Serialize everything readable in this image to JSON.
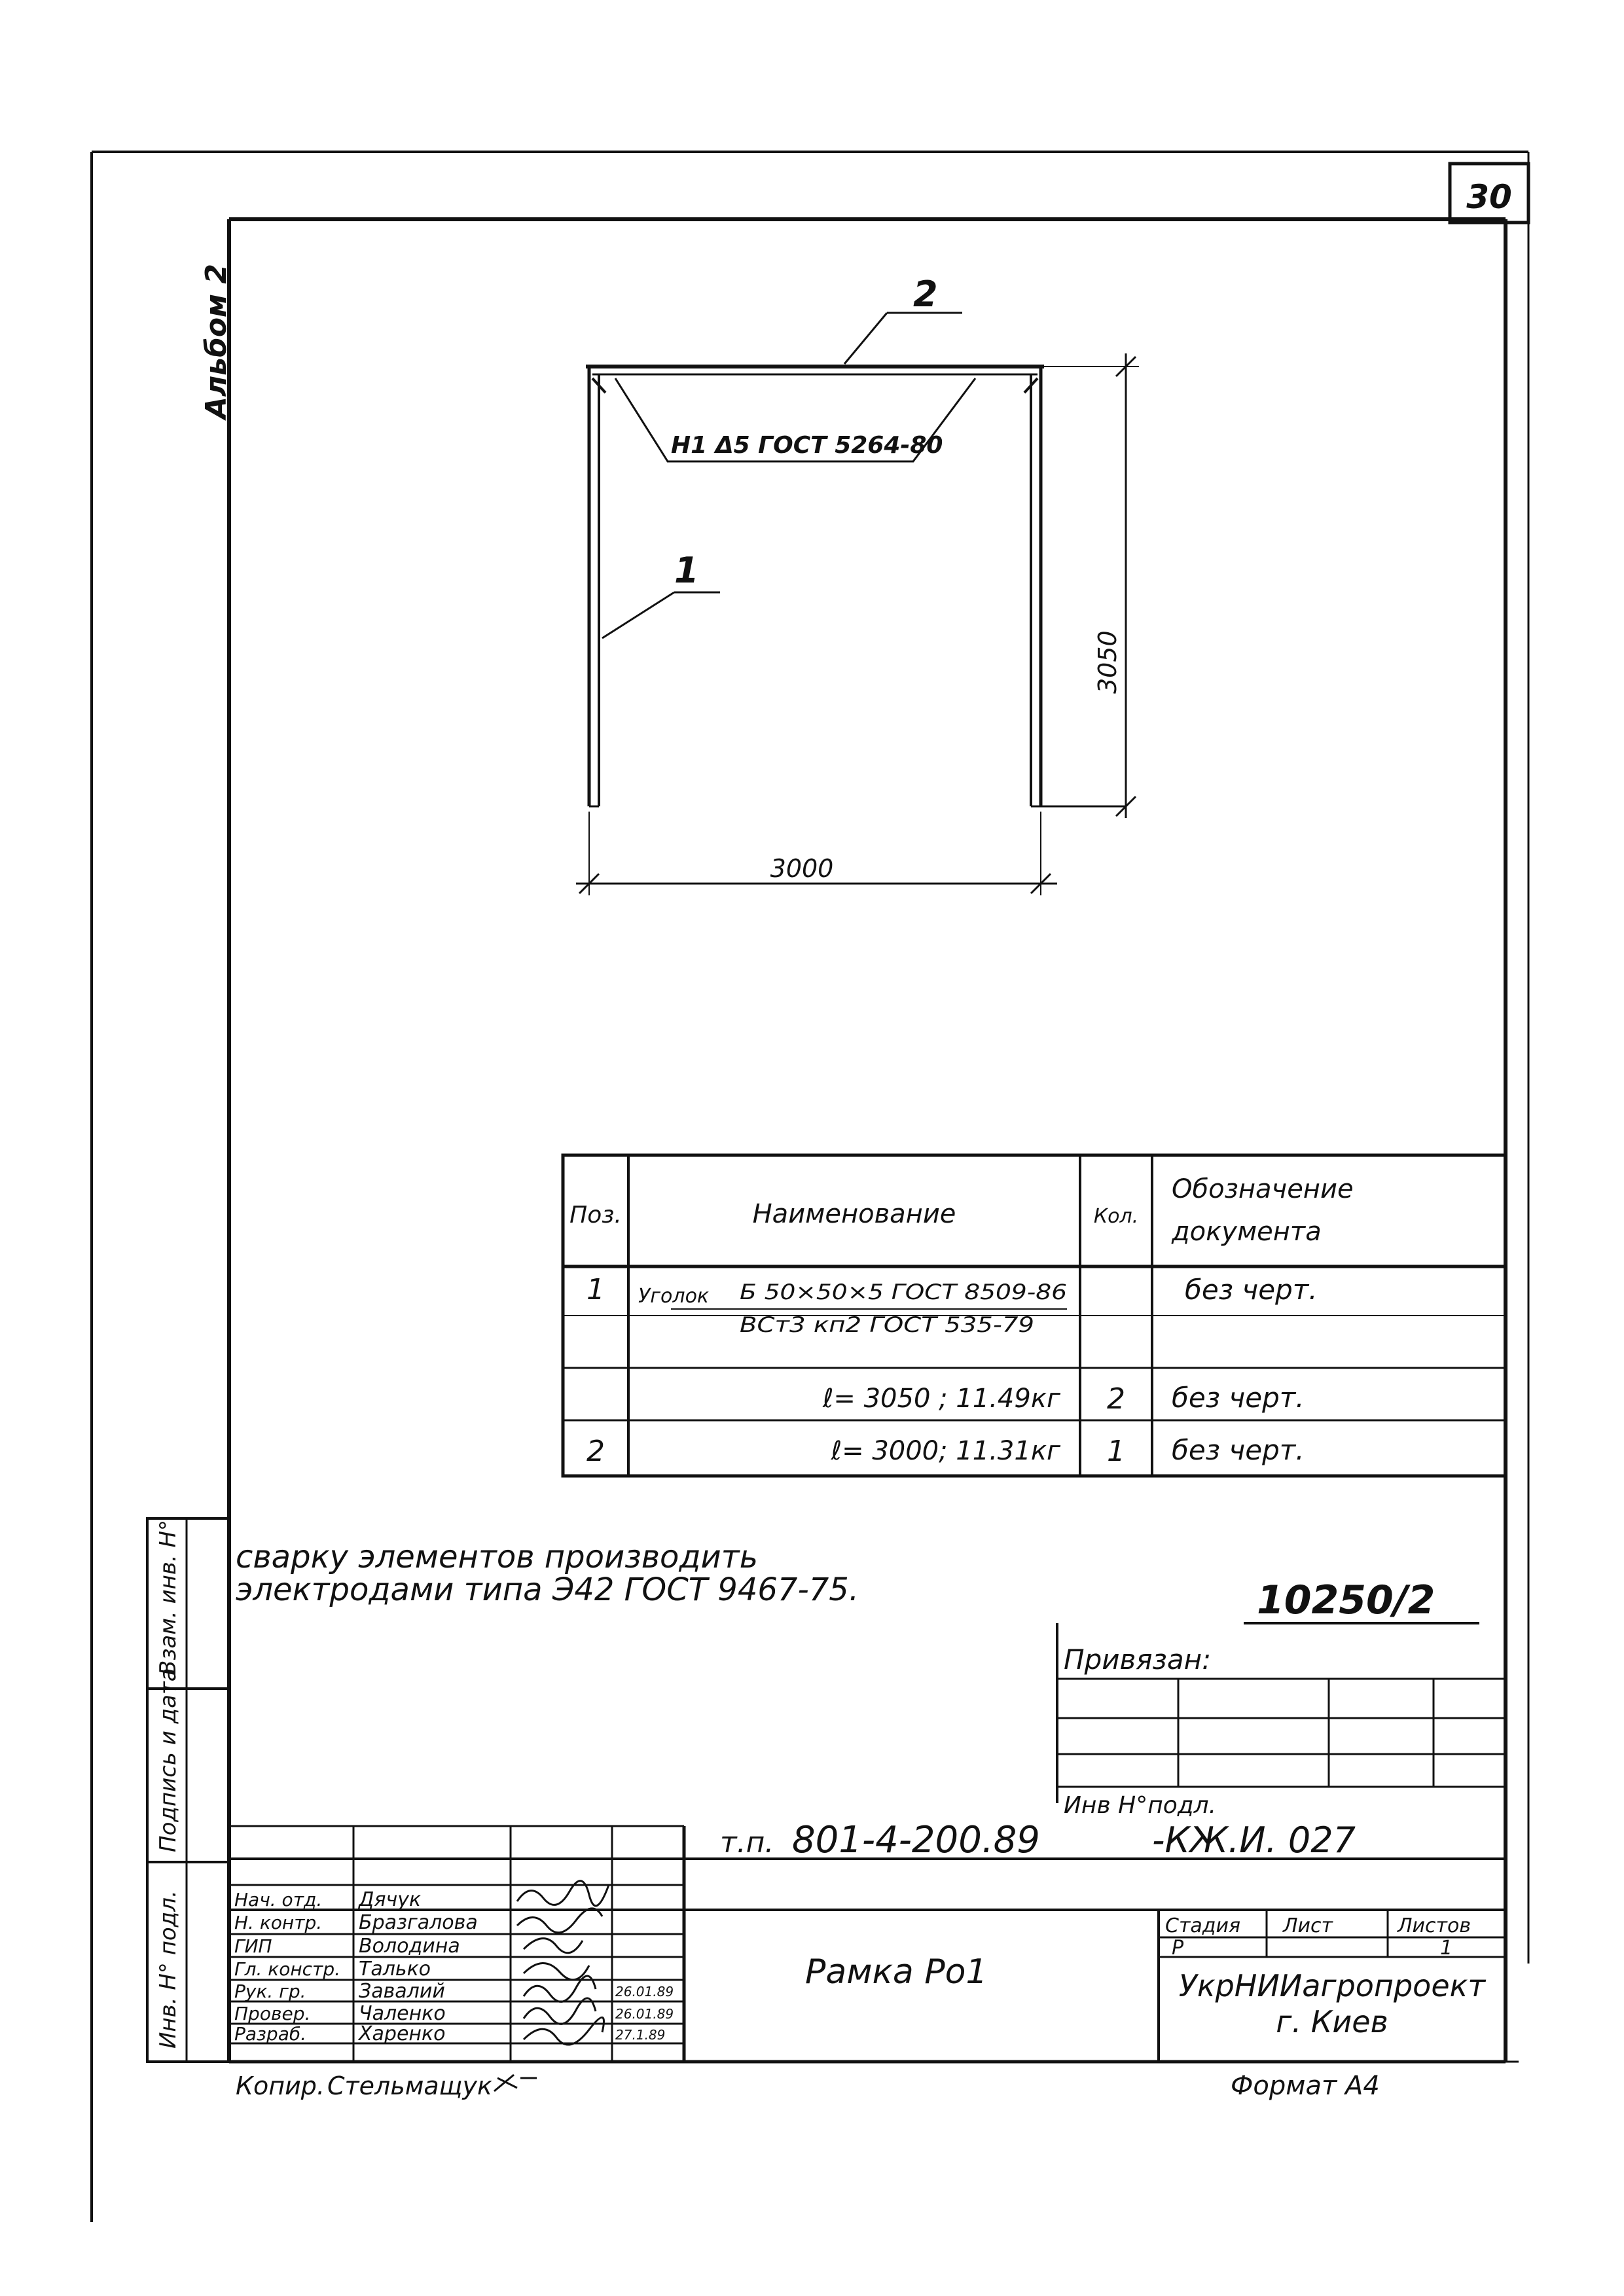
{
  "sheet_number": "30",
  "album_label": "Альбом 2",
  "drawing": {
    "labels": {
      "pos_2": "2",
      "pos_1": "1",
      "weld_note": "Н1 Δ5 ГОСТ 5264-80",
      "dim_height": "3050",
      "dim_width": "3000"
    }
  },
  "spec_table": {
    "headers": {
      "pos": "Поз.",
      "name": "Наименование",
      "qty": "Кол.",
      "doc_line1": "Обозначение",
      "doc_line2": "документа"
    },
    "rows": [
      {
        "pos": "1",
        "name_prefix": "Уголок",
        "name_top": "Б 50×50×5 ГОСТ 8509-86",
        "name_bottom": "ВСт3 кп2 ГОСТ 535-79",
        "qty": "",
        "doc": "без черт."
      },
      {
        "pos": "",
        "name": "",
        "qty": "",
        "doc": ""
      },
      {
        "pos": "",
        "name": "ℓ= 3050 ; 11.49кг",
        "qty": "2",
        "doc": "без черт."
      },
      {
        "pos": "2",
        "name": "ℓ= 3000; 11.31кг",
        "qty": "1",
        "doc": "без черт."
      }
    ]
  },
  "note": {
    "line1": "сварку элементов производить",
    "line2": "электродами типа Э42 ГОСТ 9467-75."
  },
  "project_number": "10250/2",
  "privyazan": {
    "label": "Привязан:",
    "inv_label": "Инв Н°подл."
  },
  "side_stamp": {
    "vzam": "Взам. инв. Н°",
    "podpis": "Подпись и дата",
    "inv": "Инв. Н° подл."
  },
  "title_block": {
    "roles": [
      "Нач. отд.",
      "Н. контр.",
      "ГИП",
      "Гл. констр.",
      "Рук. гр.",
      "Провер.",
      "Разраб."
    ],
    "names": [
      "Дячук",
      "Бразгалова",
      "Володина",
      "Талько",
      "Завалий",
      "Чаленко",
      "Харенко"
    ],
    "dates": [
      "",
      "",
      "",
      "",
      "26.01.89",
      "26.01.89",
      "27.1.89"
    ],
    "designation_prefix": "т.п.",
    "designation_number": "801-4-200.89",
    "designation_suffix": "-КЖ.И. 027",
    "title": "Рамка Ро1",
    "stage_label": "Стадия",
    "sheet_label": "Лист",
    "sheets_label": "Листов",
    "stage_value": "Р",
    "sheets_value": "1",
    "org_line1": "УкрНИИагропроект",
    "org_line2": "г. Киев"
  },
  "footer": {
    "copy_label": "Копир.",
    "copy_name": "Стельмащук",
    "format": "Формат А4"
  }
}
